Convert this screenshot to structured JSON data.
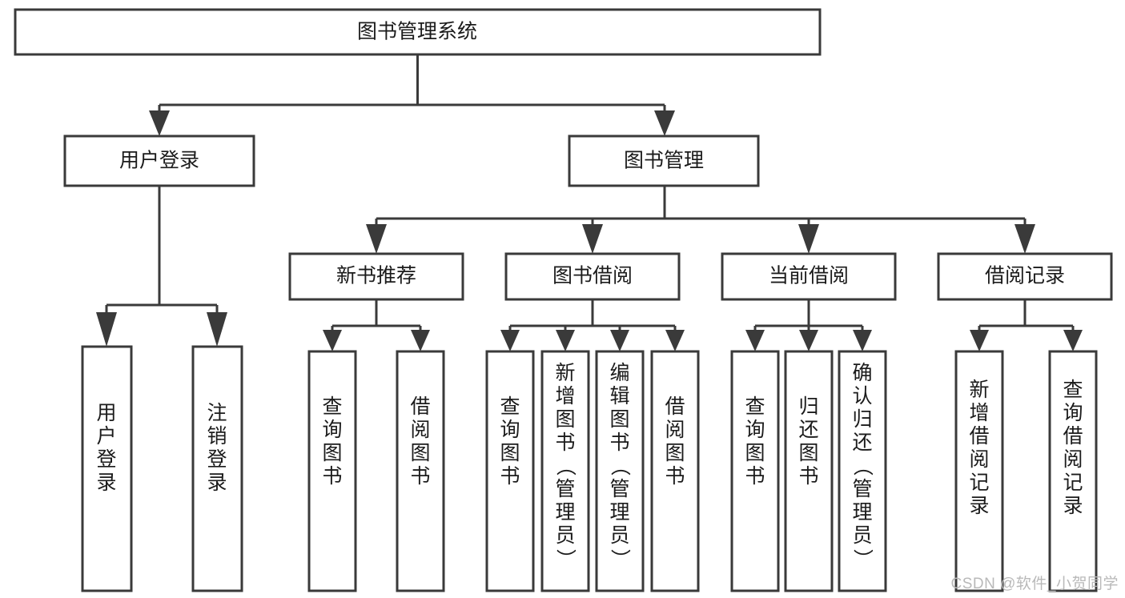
{
  "diagram": {
    "type": "hierarchy-tree",
    "title": "图书管理系统",
    "orientation": "top-down",
    "colors": {
      "box_stroke": "#3a3a3a",
      "box_fill": "#ffffff",
      "connector": "#3a3a3a",
      "text": "#1b1b1b",
      "background": "#ffffff",
      "watermark": "#b9b9b9"
    },
    "levels": {
      "root": {
        "label": "图书管理系统"
      },
      "level1": [
        {
          "label": "用户登录"
        },
        {
          "label": "图书管理"
        }
      ],
      "level2": [
        {
          "label": "新书推荐"
        },
        {
          "label": "图书借阅"
        },
        {
          "label": "当前借阅"
        },
        {
          "label": "借阅记录"
        }
      ],
      "leaves": {
        "user_login": [
          {
            "label": "用户登录"
          },
          {
            "label": "注销登录"
          }
        ],
        "new_book_recommend": [
          {
            "label": "查询图书"
          },
          {
            "label": "借阅图书"
          }
        ],
        "book_borrow": [
          {
            "label": "查询图书"
          },
          {
            "label": "新增图书（管理员）"
          },
          {
            "label": "编辑图书（管理员）"
          },
          {
            "label": "借阅图书"
          }
        ],
        "current_borrow": [
          {
            "label": "查询图书"
          },
          {
            "label": "归还图书"
          },
          {
            "label": "确认归还（管理员）"
          }
        ],
        "borrow_record": [
          {
            "label": "新增借阅记录"
          },
          {
            "label": "查询借阅记录"
          }
        ]
      }
    }
  },
  "watermark": {
    "text": "CSDN @软件_小贺同学"
  }
}
